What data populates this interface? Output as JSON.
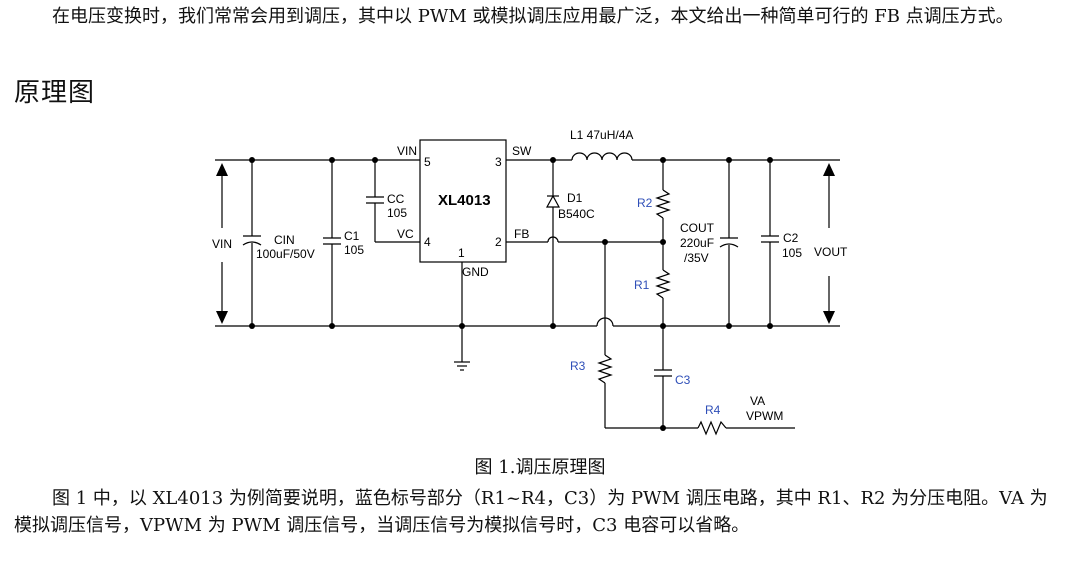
{
  "intro_text": "在电压变换时，我们常常会用到调压，其中以 PWM 或模拟调压应用最广泛，本文给出一种简单可行的 FB 点调压方式。",
  "heading": "原理图",
  "schematic": {
    "chip_name": "XL4013",
    "pins": {
      "vin": "VIN",
      "vin_num": "5",
      "vc": "VC",
      "vc_num": "4",
      "gnd": "GND",
      "gnd_num": "1",
      "sw": "SW",
      "sw_num": "3",
      "fb": "FB",
      "fb_num": "2"
    },
    "left_label": "VIN",
    "right_label": "VOUT",
    "cin": {
      "name": "CIN",
      "value": "100uF/50V"
    },
    "c1": {
      "name": "C1",
      "value": "105"
    },
    "cc": {
      "name": "CC",
      "value": "105"
    },
    "l1": "L1 47uH/4A",
    "d1": {
      "name": "D1",
      "value": "B540C"
    },
    "cout": {
      "name": "COUT",
      "value1": "220uF",
      "value2": "/35V"
    },
    "c2": {
      "name": "C2",
      "value": "105"
    },
    "r1": "R1",
    "r2": "R2",
    "r3": "R3",
    "r4": "R4",
    "c3": "C3",
    "va": "VA",
    "vpwm": "VPWM",
    "blue_color": "#2f4fb8"
  },
  "caption": "图 1.调压原理图",
  "explain_text": "图 1 中，以 XL4013 为例简要说明，蓝色标号部分（R1~R4，C3）为 PWM 调压电路，其中 R1、R2 为分压电阻。VA 为模拟调压信号，VPWM 为 PWM 调压信号，当调压信号为模拟信号时，C3 电容可以省略。"
}
